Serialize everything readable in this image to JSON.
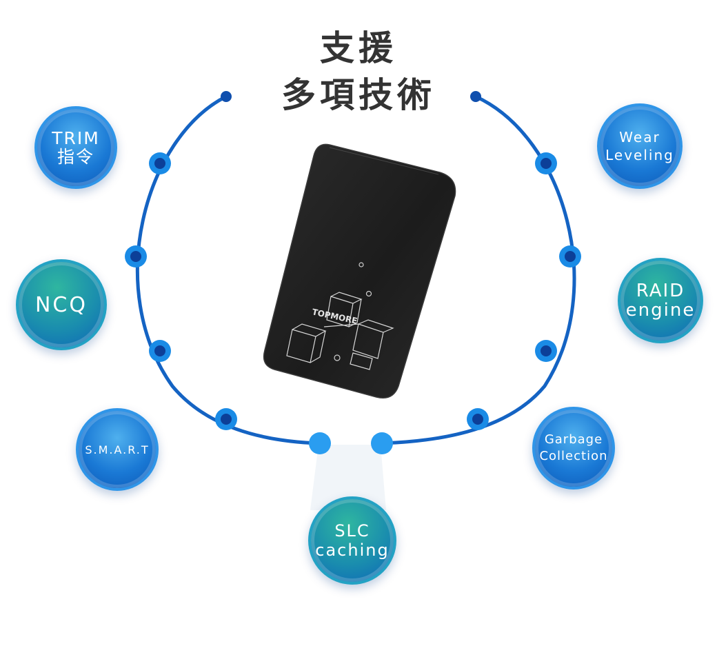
{
  "title": {
    "line1": "支援",
    "line2": "多項技術"
  },
  "features": {
    "trim": {
      "line1": "TRIM",
      "line2": "指令"
    },
    "ncq": {
      "line1": "NCQ"
    },
    "smart": {
      "line1": "S.M.A.R.T"
    },
    "slc": {
      "line1": "SLC",
      "line2": "caching"
    },
    "wear": {
      "line1": "Wear",
      "line2": "Leveling"
    },
    "raid": {
      "line1": "RAID",
      "line2": "engine"
    },
    "gc": {
      "line1": "Garbage",
      "line2": "Collection"
    }
  },
  "product": {
    "brand_logo_text": "TOPMORE",
    "body_color": "#1f1f1f"
  },
  "colors": {
    "arc": "#1463c3",
    "node_outer": "#1a8be6",
    "node_inner": "#0c3f98",
    "badge_blue": "#1a79d5",
    "badge_teal": "#1a8dae",
    "title": "#333333"
  }
}
